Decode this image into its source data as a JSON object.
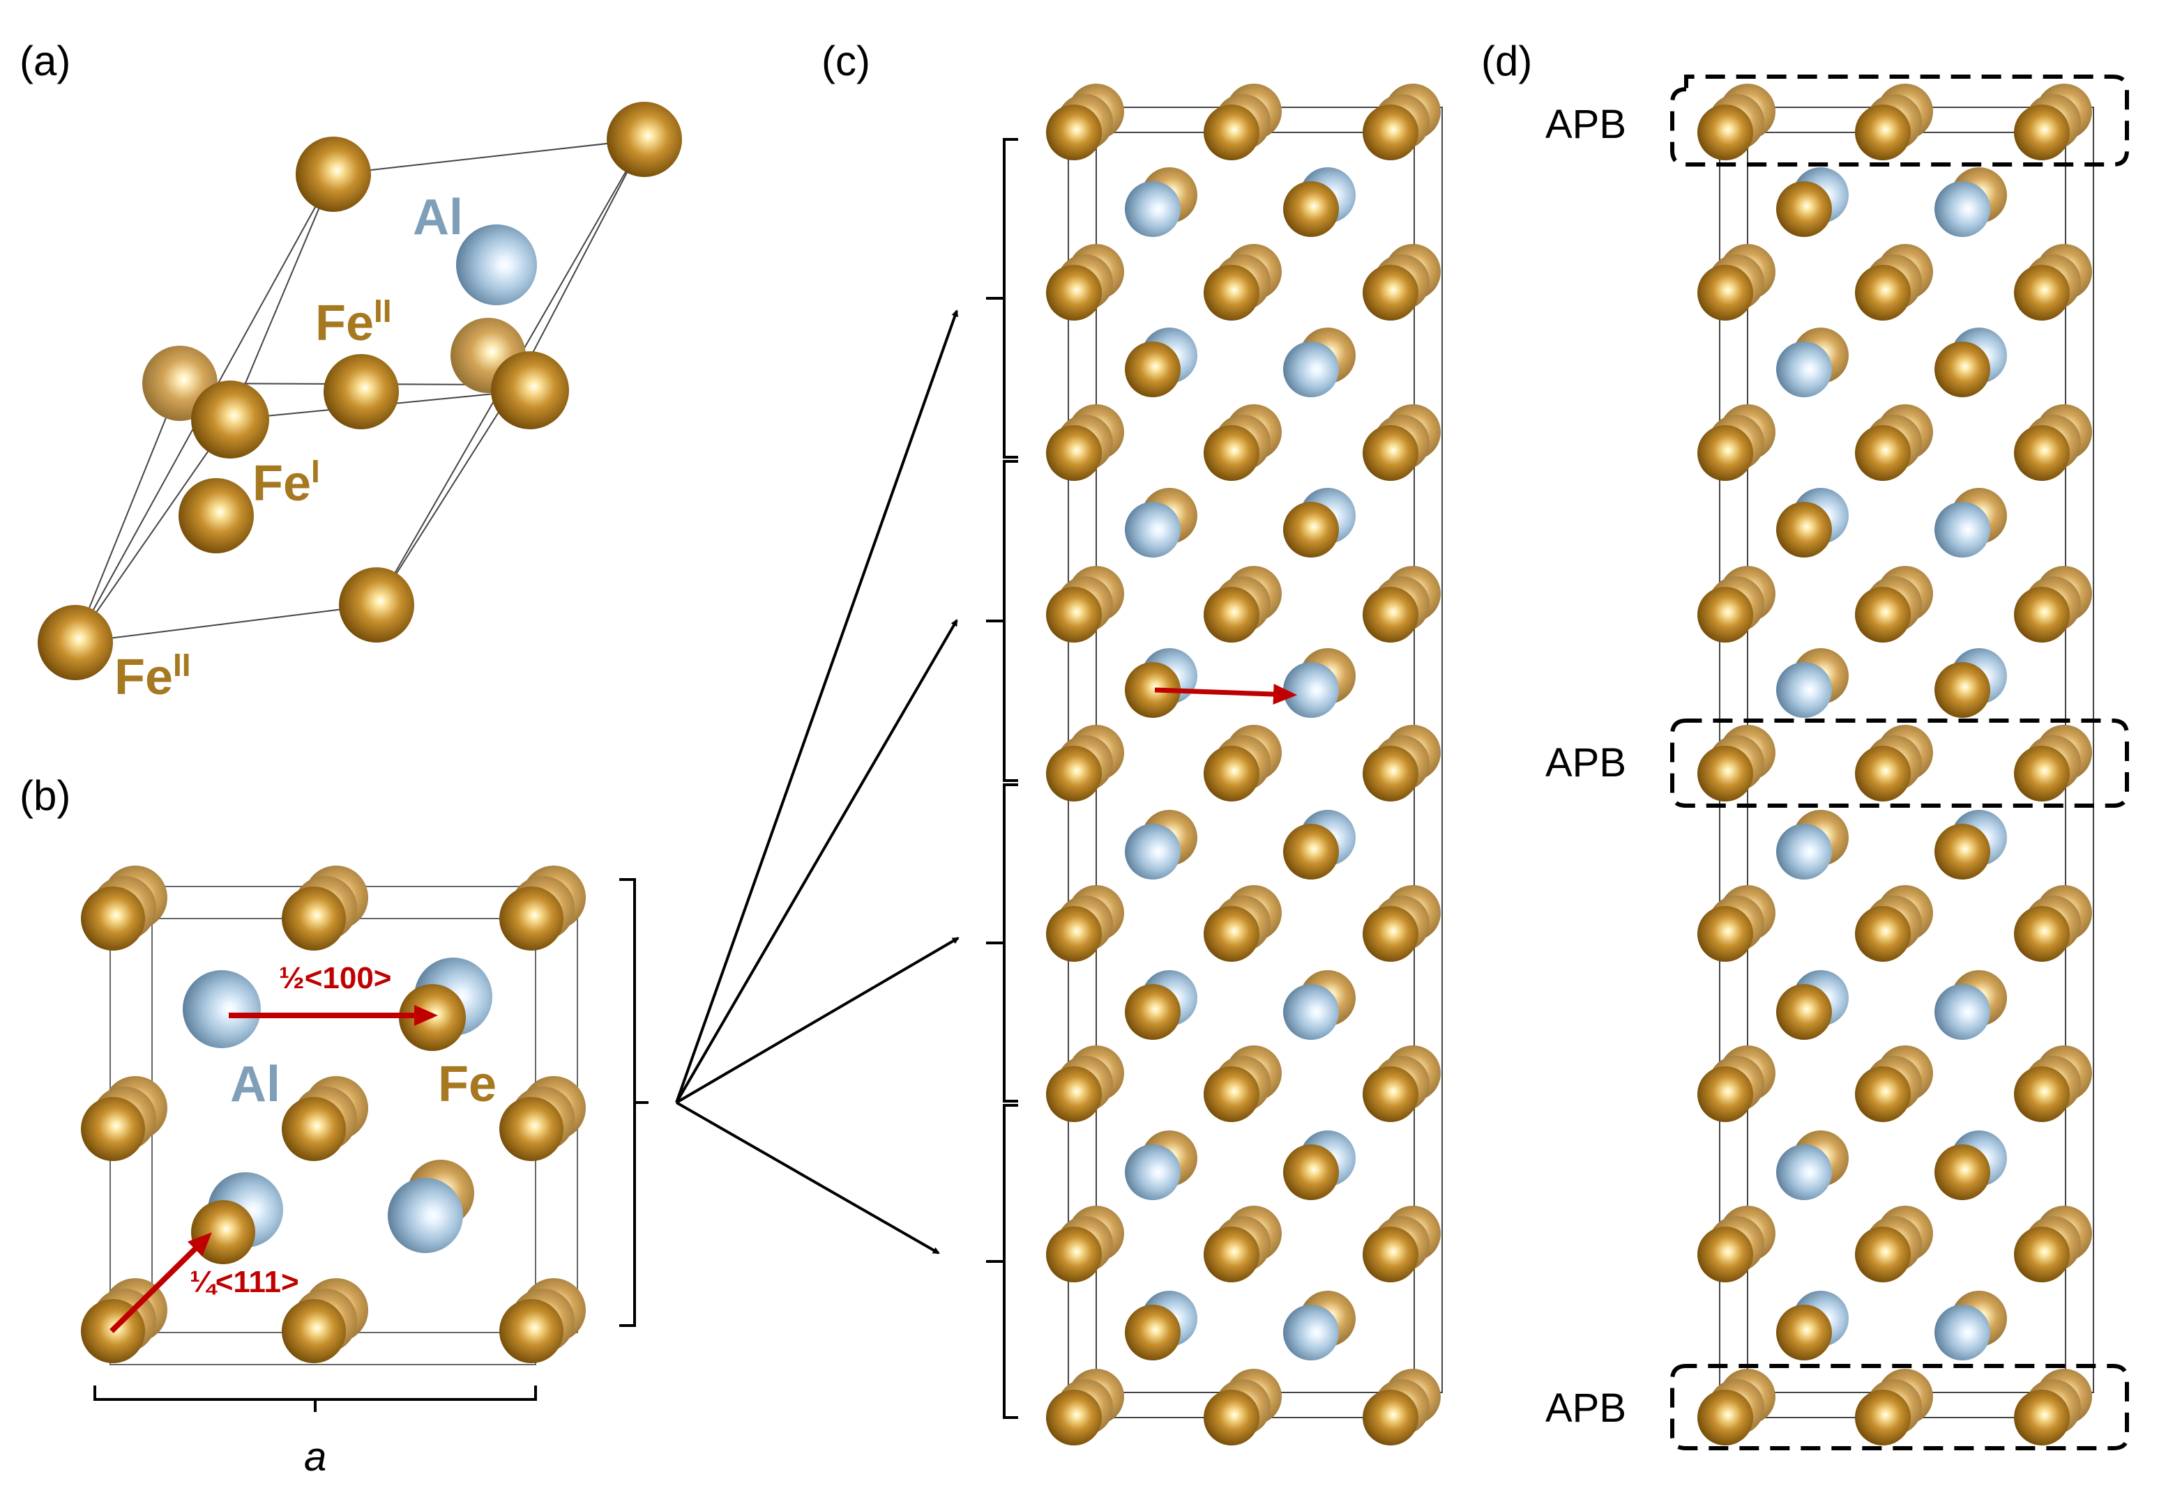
{
  "panels": {
    "a": {
      "label": "(a)",
      "al_label": "Al",
      "fe2_top": {
        "base": "Fe",
        "sup": "II"
      },
      "fe1": {
        "base": "Fe",
        "sup": "I"
      },
      "fe2_bottom": {
        "base": "Fe",
        "sup": "II"
      }
    },
    "b": {
      "label": "(b)",
      "al_label": "Al",
      "fe_label": "Fe",
      "vector_100": "½<100>",
      "vector_111": "¼<111>",
      "lattice_param": "a"
    },
    "c": {
      "label": "(c)"
    },
    "d": {
      "label": "(d)",
      "apb_top": "APB",
      "apb_middle": "APB",
      "apb_bottom": "APB"
    }
  },
  "colors": {
    "fe": "#b7802a",
    "al": "#9fbfd9",
    "arrow": "#c00000",
    "fe_text": "#a6781f",
    "al_text": "#7f9fb9"
  }
}
